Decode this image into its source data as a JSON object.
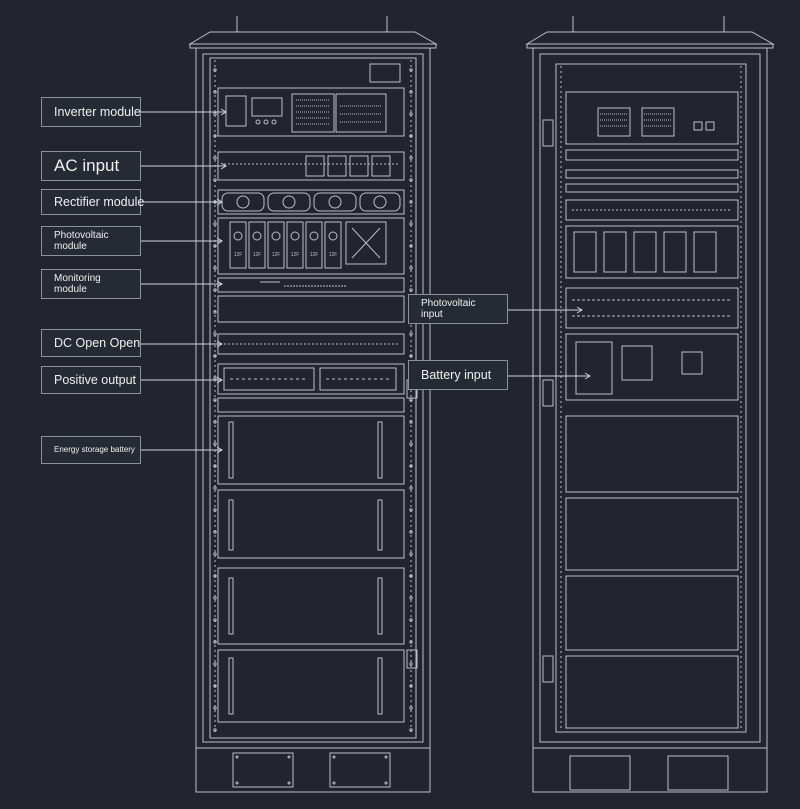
{
  "colors": {
    "background": "#22252d",
    "line": "#b9bec7",
    "label_border": "#8b919c",
    "text": "#eef0f3"
  },
  "labels": {
    "inverter_module": "Inverter module",
    "ac_input": "AC input",
    "rectifier_module": "Rectifier module",
    "photovoltaic_module_1": "Photovoltaic",
    "photovoltaic_module_2": "module",
    "monitoring_module_1": "Monitoring",
    "monitoring_module_2": "module",
    "dc_open_open": "DC Open Open",
    "positive_output": "Positive output",
    "energy_storage_battery": "Energy storage battery",
    "photovoltaic_input": "Photovoltaic input",
    "battery_input": "Battery input"
  },
  "cabinets": {
    "front": {
      "name": "front-cabinet",
      "module_slots": 12
    },
    "rear": {
      "name": "rear-cabinet",
      "module_slots": 9
    }
  },
  "pv_module_marks": [
    "12F",
    "12F",
    "12F",
    "12F",
    "12F",
    "12F"
  ]
}
